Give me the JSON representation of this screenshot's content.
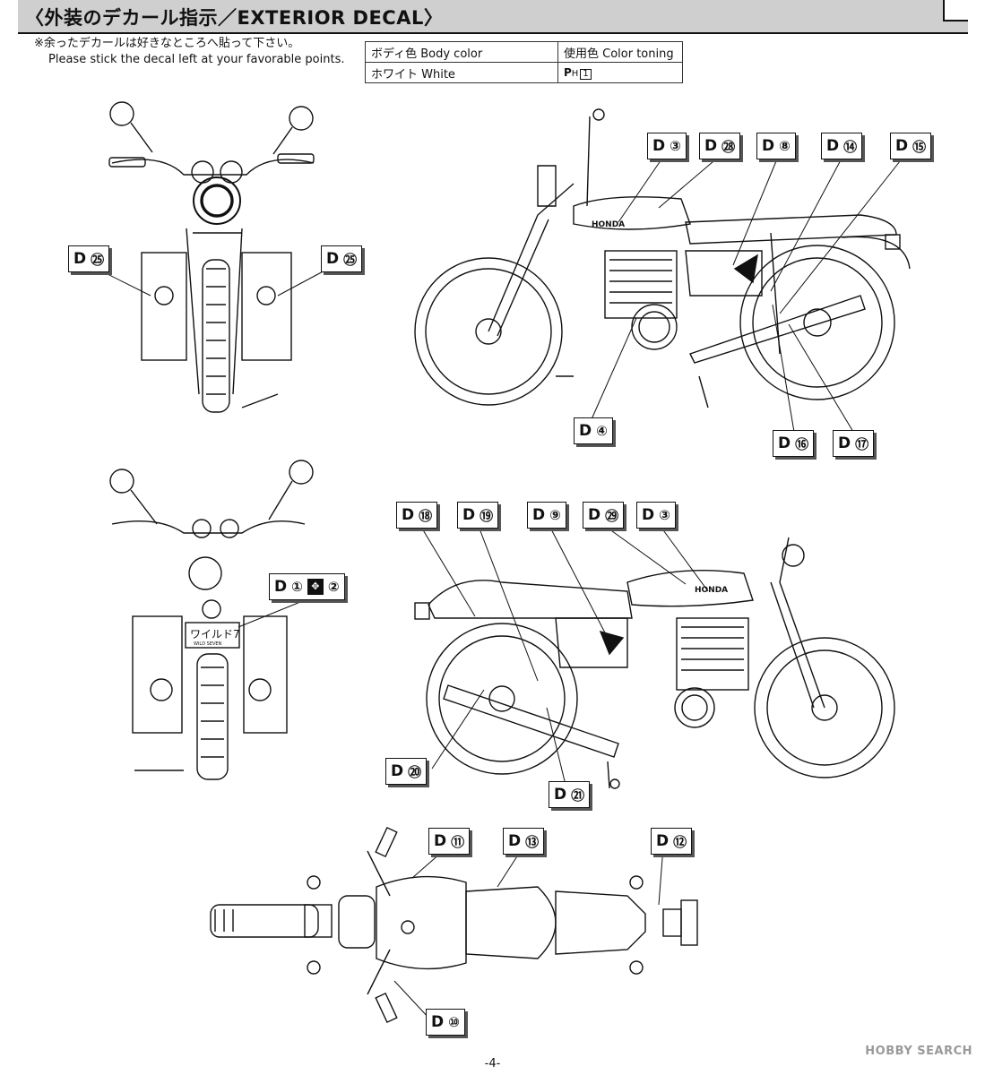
{
  "header": {
    "title": "〈外装のデカール指示／EXTERIOR DECAL〉"
  },
  "note": {
    "jp": "※余ったデカールは好きなところへ貼って下さい。",
    "en": "Please stick the decal left at your favorable points."
  },
  "color_table": {
    "h1": "ボディ色 Body color",
    "h2": "使用色 Color toning",
    "r1": "ホワイト White",
    "tone_prefix": "P",
    "tone_sub": "H",
    "tone_num": "1"
  },
  "labels": {
    "front_left": {
      "d": "D",
      "n": "㉕"
    },
    "front_right": {
      "d": "D",
      "n": "㉕"
    },
    "side1_a": {
      "d": "D",
      "n": "③"
    },
    "side1_b": {
      "d": "D",
      "n": "㉘"
    },
    "side1_c": {
      "d": "D",
      "n": "⑧"
    },
    "side1_d": {
      "d": "D",
      "n": "⑭"
    },
    "side1_e": {
      "d": "D",
      "n": "⑮"
    },
    "side1_f": {
      "d": "D",
      "n": "④"
    },
    "side1_g": {
      "d": "D",
      "n": "⑯"
    },
    "side1_h": {
      "d": "D",
      "n": "⑰"
    },
    "rear": {
      "d": "D",
      "n1": "①",
      "n2": "②"
    },
    "side2_a": {
      "d": "D",
      "n": "⑱"
    },
    "side2_b": {
      "d": "D",
      "n": "⑲"
    },
    "side2_c": {
      "d": "D",
      "n": "⑨"
    },
    "side2_d": {
      "d": "D",
      "n": "㉙"
    },
    "side2_e": {
      "d": "D",
      "n": "③"
    },
    "side2_f": {
      "d": "D",
      "n": "⑳"
    },
    "side2_g": {
      "d": "D",
      "n": "㉑"
    },
    "top_a": {
      "d": "D",
      "n": "⑪"
    },
    "top_b": {
      "d": "D",
      "n": "⑬"
    },
    "top_c": {
      "d": "D",
      "n": "⑫"
    },
    "top_d": {
      "d": "D",
      "n": "⑩"
    }
  },
  "brand": {
    "tank": "HONDA",
    "plate_jp": "ワイルド7",
    "plate_en": "WILD SEVEN"
  },
  "footer": {
    "page": "-4-"
  },
  "watermark": {
    "text": "HOBBY SEARCH"
  }
}
